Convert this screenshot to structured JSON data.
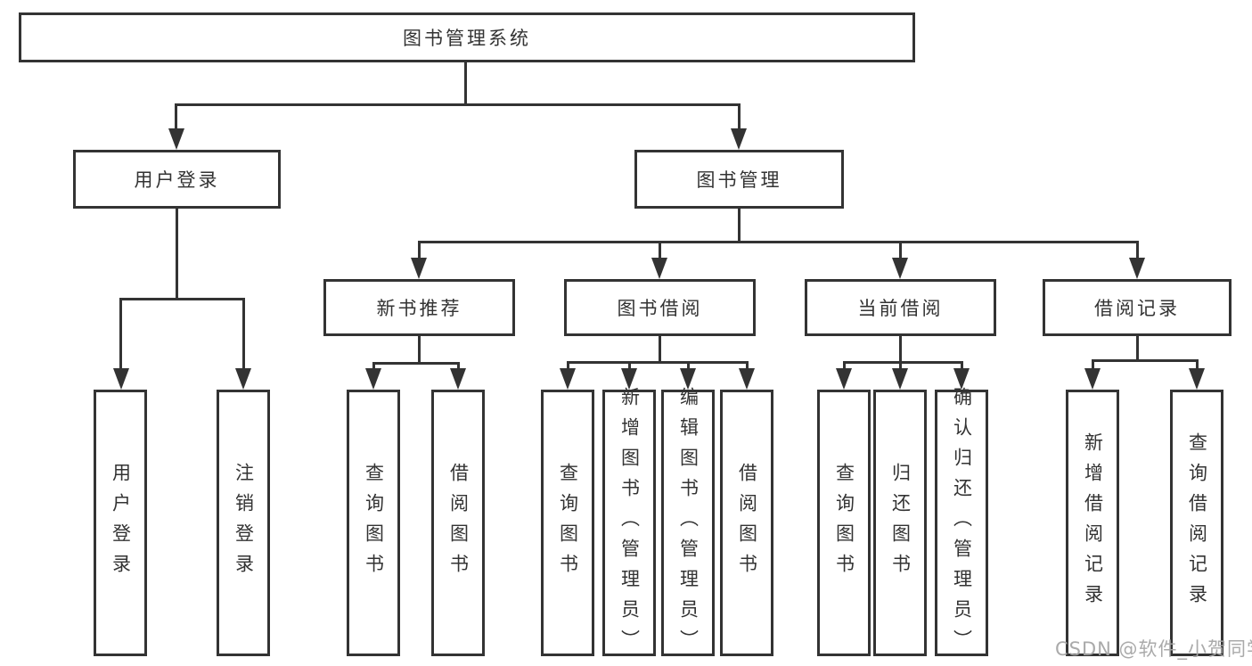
{
  "tree": {
    "label": "图书管理系统",
    "children": [
      {
        "label": "用户登录",
        "children": [
          {
            "label": "用户登录"
          },
          {
            "label": "注销登录"
          }
        ]
      },
      {
        "label": "图书管理",
        "children": [
          {
            "label": "新书推荐",
            "children": [
              {
                "label": "查询图书"
              },
              {
                "label": "借阅图书"
              }
            ]
          },
          {
            "label": "图书借阅",
            "children": [
              {
                "label": "查询图书"
              },
              {
                "label": "新增图书（管理员）"
              },
              {
                "label": "编辑图书（管理员）"
              },
              {
                "label": "借阅图书"
              }
            ]
          },
          {
            "label": "当前借阅",
            "children": [
              {
                "label": "查询图书"
              },
              {
                "label": "归还图书"
              },
              {
                "label": "确认归还（管理员）"
              }
            ]
          },
          {
            "label": "借阅记录",
            "children": [
              {
                "label": "新增借阅记录"
              },
              {
                "label": "查询借阅记录"
              }
            ]
          }
        ]
      }
    ]
  },
  "watermark": {
    "text": "CSDN @软件_小贺同学"
  },
  "icons": {
    "arrow_marker": "solid-triangle-down"
  },
  "colors": {
    "line": "#333333",
    "text": "#333333",
    "node_background": "#ffffff",
    "page_background": "#ffffff",
    "watermark": "#a5a5a5"
  }
}
